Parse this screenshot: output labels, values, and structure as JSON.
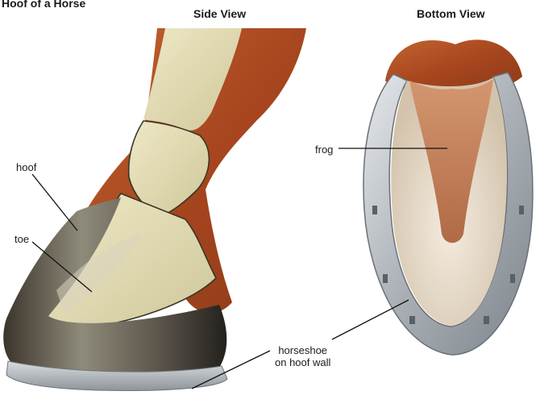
{
  "figure": {
    "title": "Hoof of a Horse",
    "panels": {
      "side": {
        "title": "Side View"
      },
      "bottom": {
        "title": "Bottom View"
      }
    },
    "labels": {
      "hoof": "hoof",
      "toe": "toe",
      "frog": "frog",
      "horseshoe_line1": "horseshoe",
      "horseshoe_line2": "on hoof wall"
    }
  },
  "colors": {
    "hair": "#b5532a",
    "bone": "#e3dcb4",
    "hoof_dark": "#2c2823",
    "shoe_metal": "#b7bcc2",
    "frog": "#c98a63",
    "sole": "#e8dccb"
  }
}
